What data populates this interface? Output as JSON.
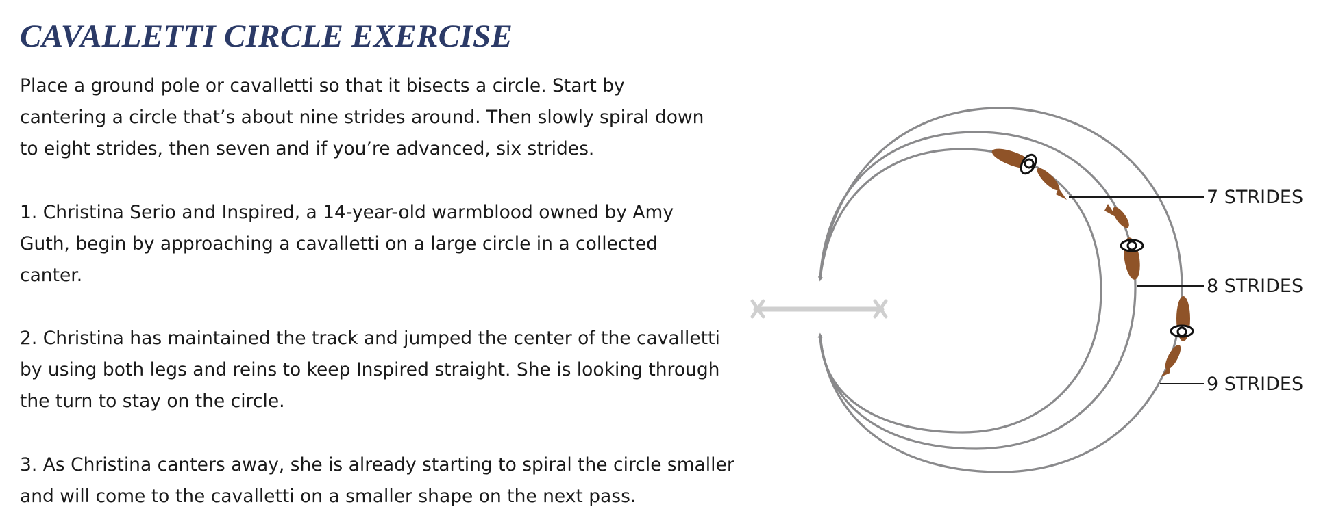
{
  "title": "CAVALLETTI CIRCLE EXERCISE",
  "intro": "Place a ground pole or cavalletti so that it bisects a circle. Start by cantering a circle that’s about nine strides around. Then slowly spiral down to eight strides, then seven and if you’re advanced, six strides.",
  "steps": [
    "1. Christina Serio and Inspired, a 14-year-old warmblood owned by Amy Guth, begin by approaching a cavalletti on a large circle in a collected canter.",
    "2. Christina has maintained the track and jumped the center of the cavalletti by using both legs and reins to keep Inspired straight. She is looking through the turn to stay on the circle.",
    "3. As Christina canters away, she is already starting to spiral the circle smaller and will come to the cavalletti on a smaller shape on the next pass."
  ],
  "diagram": {
    "labels": [
      "7 STRIDES",
      "8 STRIDES",
      "9 STRIDES"
    ],
    "colors": {
      "track": "#8a8a8c",
      "pole": "#cfcfcf",
      "horse": "#8f5328",
      "text": "#1a1a1a"
    }
  }
}
